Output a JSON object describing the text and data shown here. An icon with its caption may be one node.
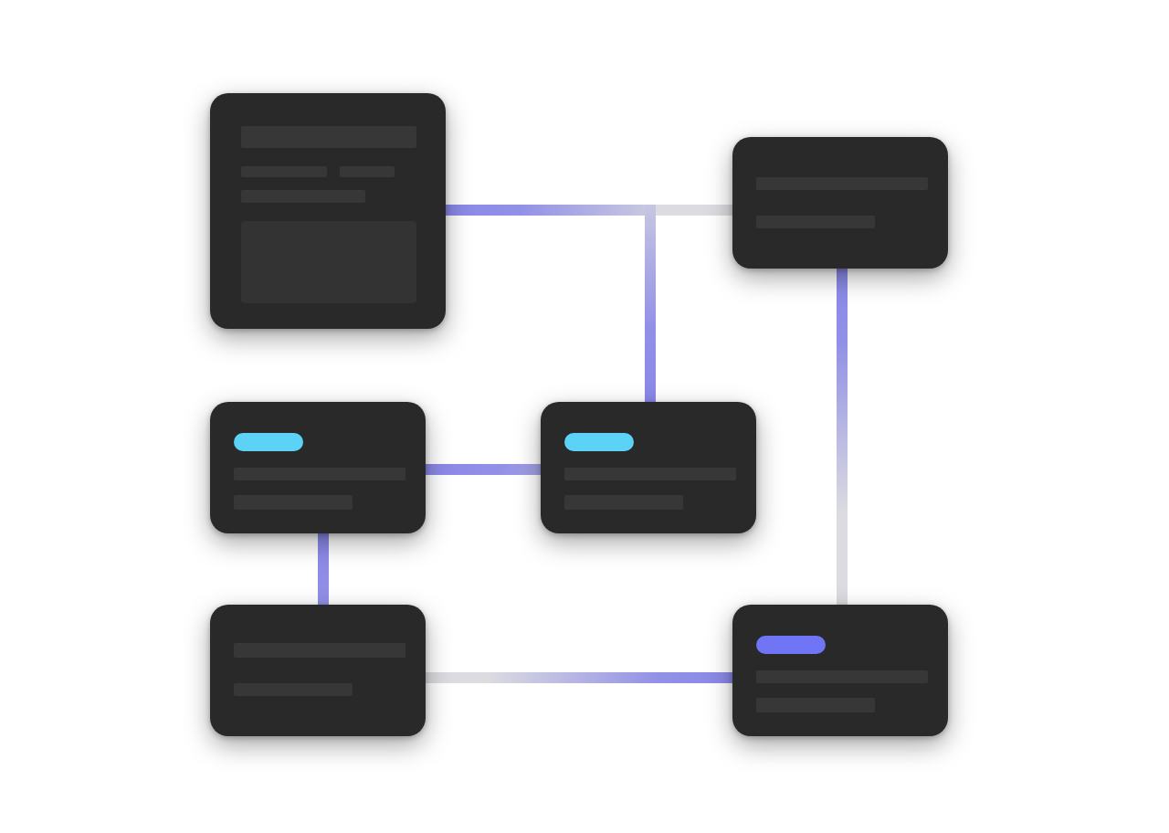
{
  "diagram": {
    "nodes": [
      {
        "text": [],
        "shape": "box"
      },
      {
        "text": [],
        "shape": "box"
      },
      {
        "text": [],
        "shape": "box"
      },
      {
        "text": [],
        "shape": "box"
      },
      {
        "text": [],
        "shape": "box"
      },
      {
        "text": [],
        "shape": "box"
      }
    ],
    "edges": [
      {
        "from": 0,
        "to": 1,
        "arrow": "none"
      },
      {
        "from": 3,
        "to": 0,
        "arrow": "none"
      },
      {
        "from": 3,
        "to": 1,
        "arrow": "none"
      },
      {
        "from": 1,
        "to": 5,
        "arrow": "none"
      },
      {
        "from": 2,
        "to": 3,
        "arrow": "none"
      },
      {
        "from": 2,
        "to": 4,
        "arrow": "none"
      },
      {
        "from": 5,
        "to": 4,
        "arrow": "none"
      }
    ]
  }
}
